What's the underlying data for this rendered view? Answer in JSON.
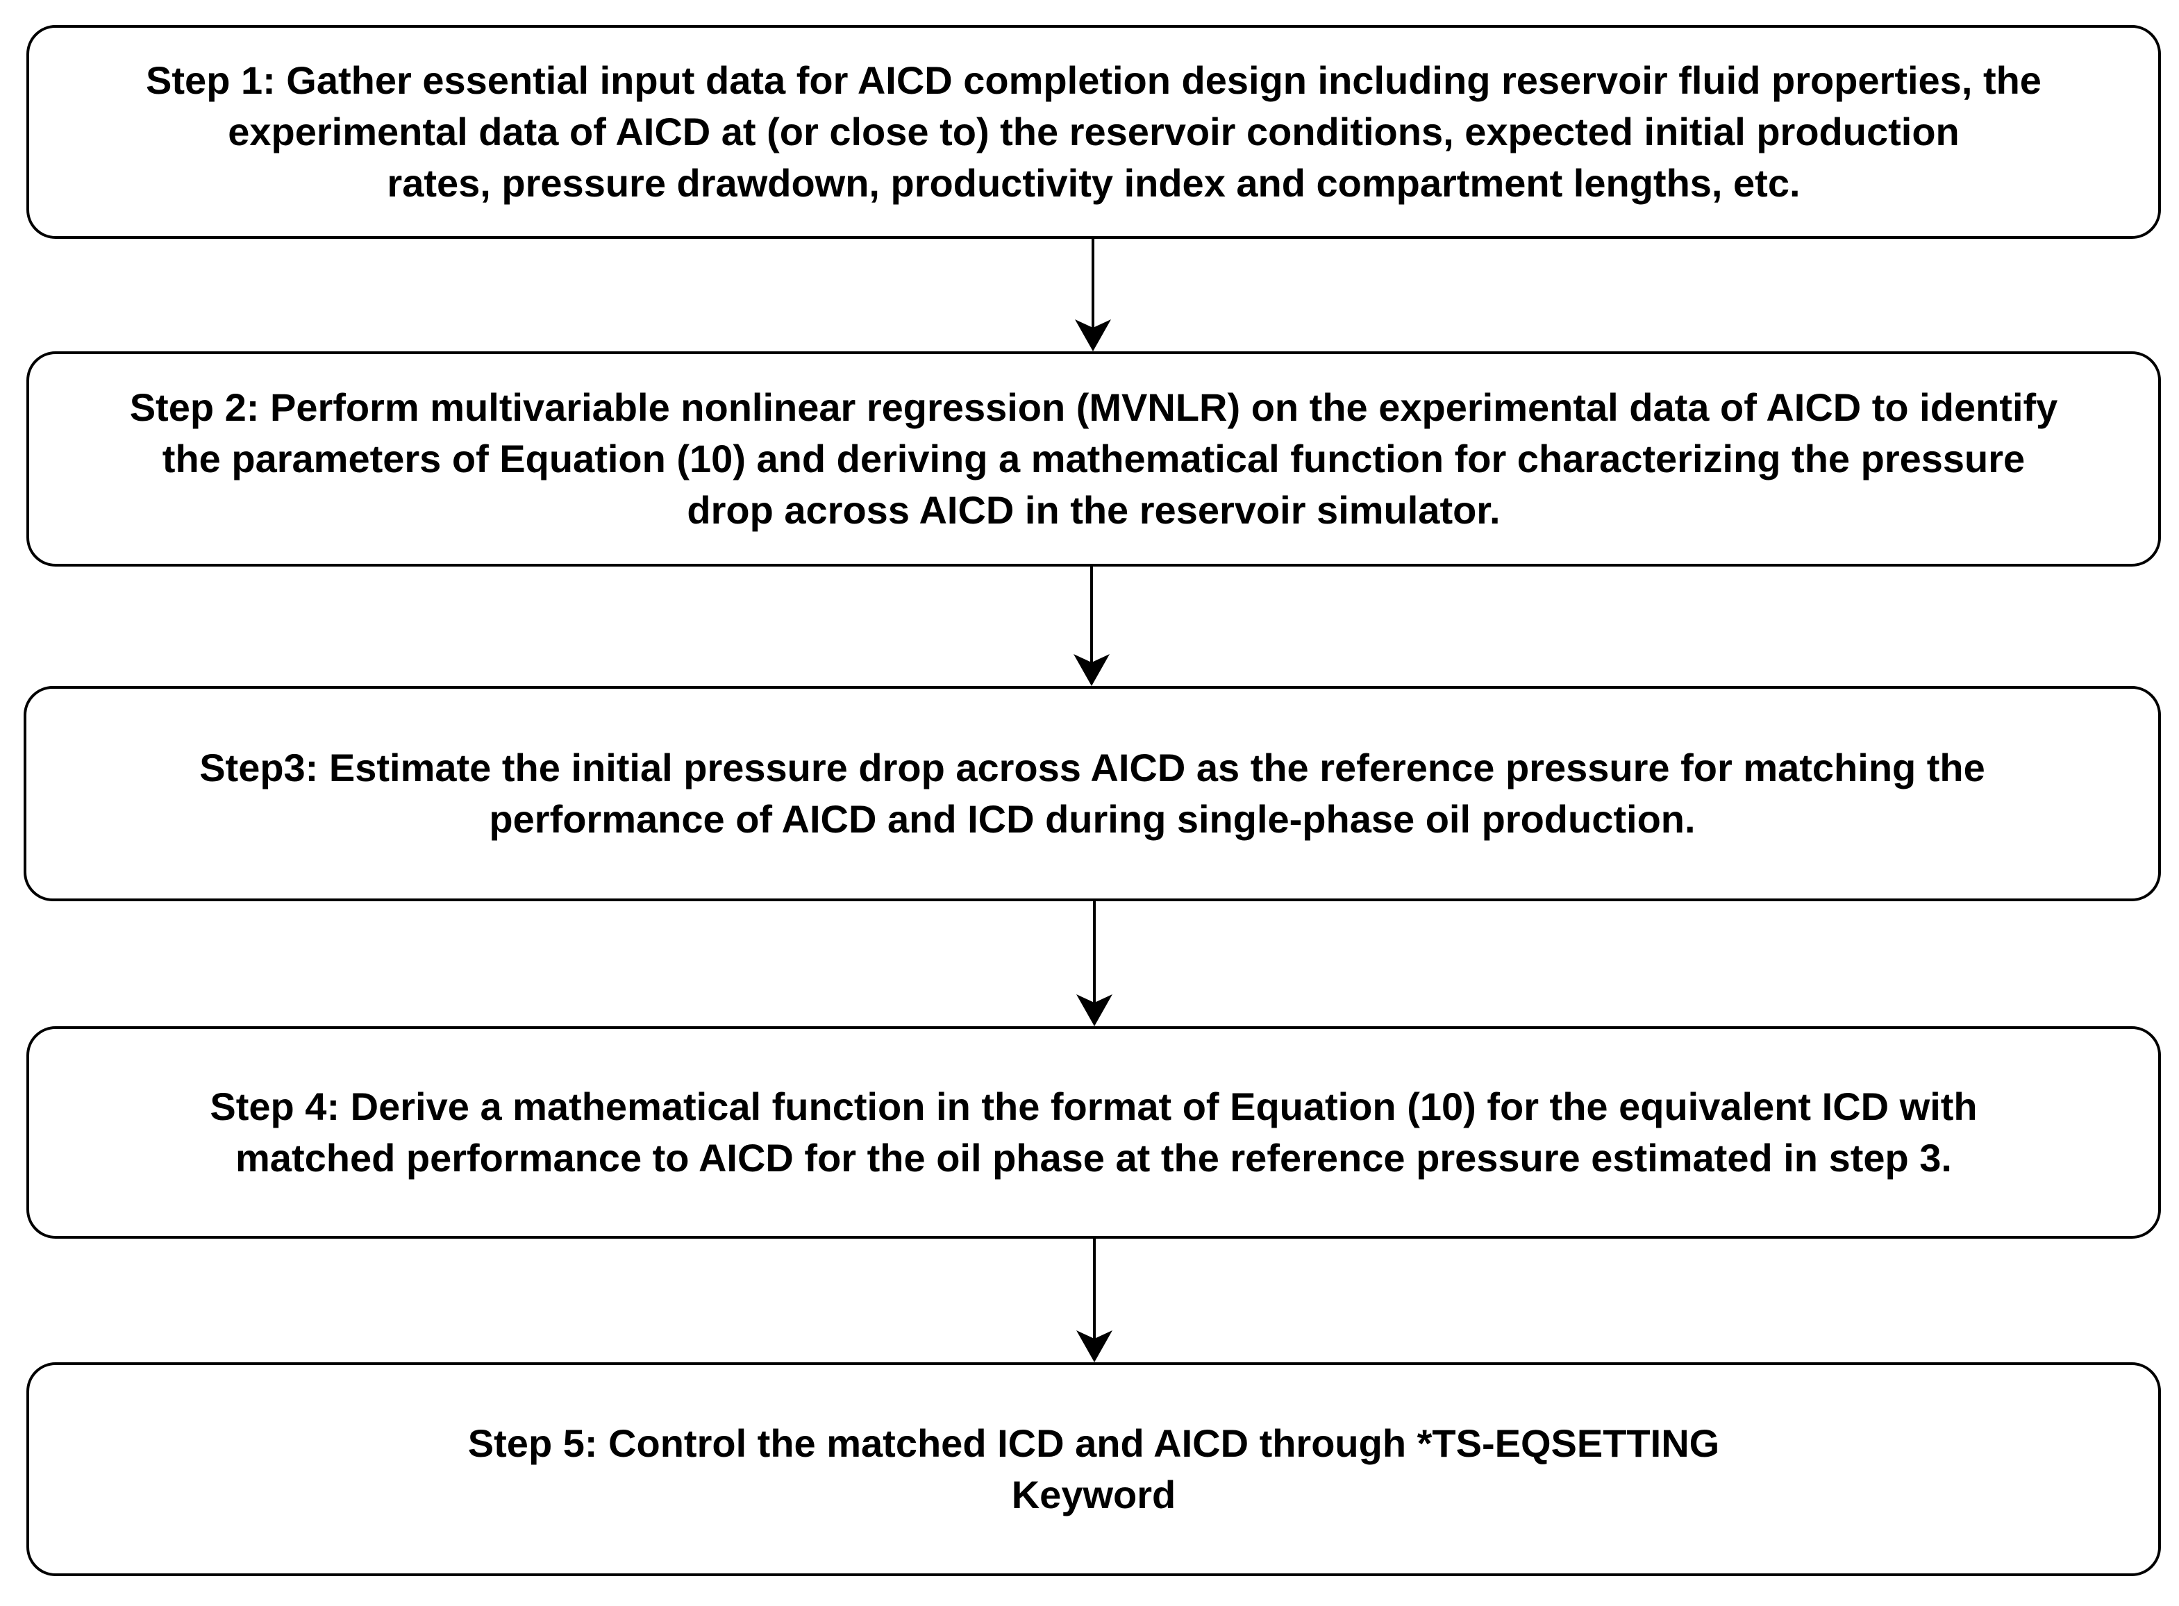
{
  "steps": [
    {
      "id": "step-1",
      "text": "Step 1: Gather essential input data for AICD completion design including reservoir fluid properties, the\nexperimental data of AICD at (or close to) the reservoir conditions, expected initial production\nrates, pressure drawdown, productivity index and compartment lengths, etc."
    },
    {
      "id": "step-2",
      "text": "Step 2: Perform multivariable nonlinear regression (MVNLR) on the experimental data of AICD to identify\nthe parameters of Equation (10) and deriving a mathematical function for characterizing the pressure\ndrop across AICD in the reservoir simulator."
    },
    {
      "id": "step-3",
      "text": "Step3: Estimate the initial pressure drop across AICD as the reference pressure for matching the\nperformance of AICD and ICD during single-phase oil production."
    },
    {
      "id": "step-4",
      "text": "Step 4: Derive a mathematical function in the format of Equation (10) for the equivalent ICD with\nmatched performance to AICD for the oil phase at the reference pressure estimated in step 3."
    },
    {
      "id": "step-5",
      "text": "Step 5: Control the matched ICD and AICD through *TS-EQSETTING\nKeyword"
    }
  ],
  "colors": {
    "border": "#000000",
    "background": "#ffffff",
    "text": "#000000"
  }
}
